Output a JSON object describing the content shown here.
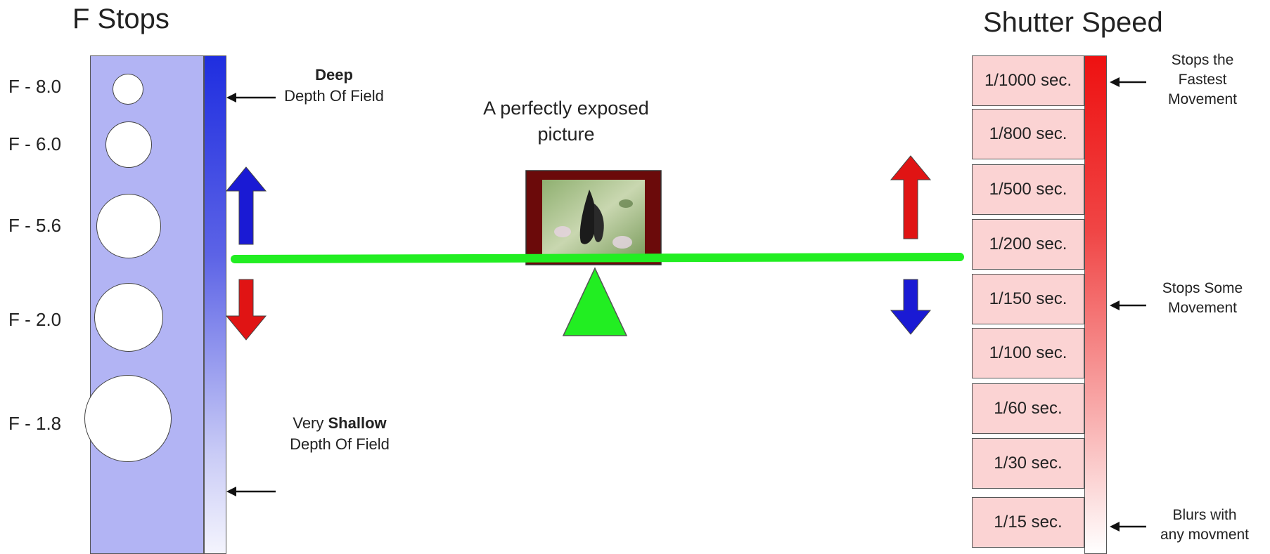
{
  "fstops": {
    "title": "F Stops",
    "items": [
      {
        "label": "F - 8.0"
      },
      {
        "label": "F - 6.0"
      },
      {
        "label": "F - 5.6"
      },
      {
        "label": "F - 2.0"
      },
      {
        "label": "F - 1.8"
      }
    ],
    "note_deep_bold": "Deep",
    "note_deep_rest": "Depth Of Field",
    "note_shallow_pre": "Very ",
    "note_shallow_bold": "Shallow",
    "note_shallow_rest": "Depth Of Field"
  },
  "center": {
    "caption_line1": "A perfectly exposed",
    "caption_line2": "picture"
  },
  "shutter": {
    "title": "Shutter Speed",
    "speeds": [
      "1/1000 sec.",
      "1/800 sec.",
      "1/500 sec.",
      "1/200 sec.",
      "1/150 sec.",
      "1/100 sec.",
      "1/60 sec.",
      "1/30 sec.",
      "1/15 sec."
    ],
    "note_top_line1": "Stops the",
    "note_top_line2": "Fastest",
    "note_top_line3": "Movement",
    "note_mid_line1": "Stops Some",
    "note_mid_line2": "Movement",
    "note_bottom_line1": "Blurs with",
    "note_bottom_line2": "any movment"
  },
  "colors": {
    "aperture_panel": "#b2b4f4",
    "depth_bar_top": "#1f2ee0",
    "speed_box": "#fbd3d3",
    "speed_bar_top": "#ee1111",
    "balance_beam": "#22ee22",
    "fulcrum": "#22ee22",
    "frame": "#6b0a0a",
    "arrow_blue": "#1a1ad4",
    "arrow_red": "#e01414"
  }
}
